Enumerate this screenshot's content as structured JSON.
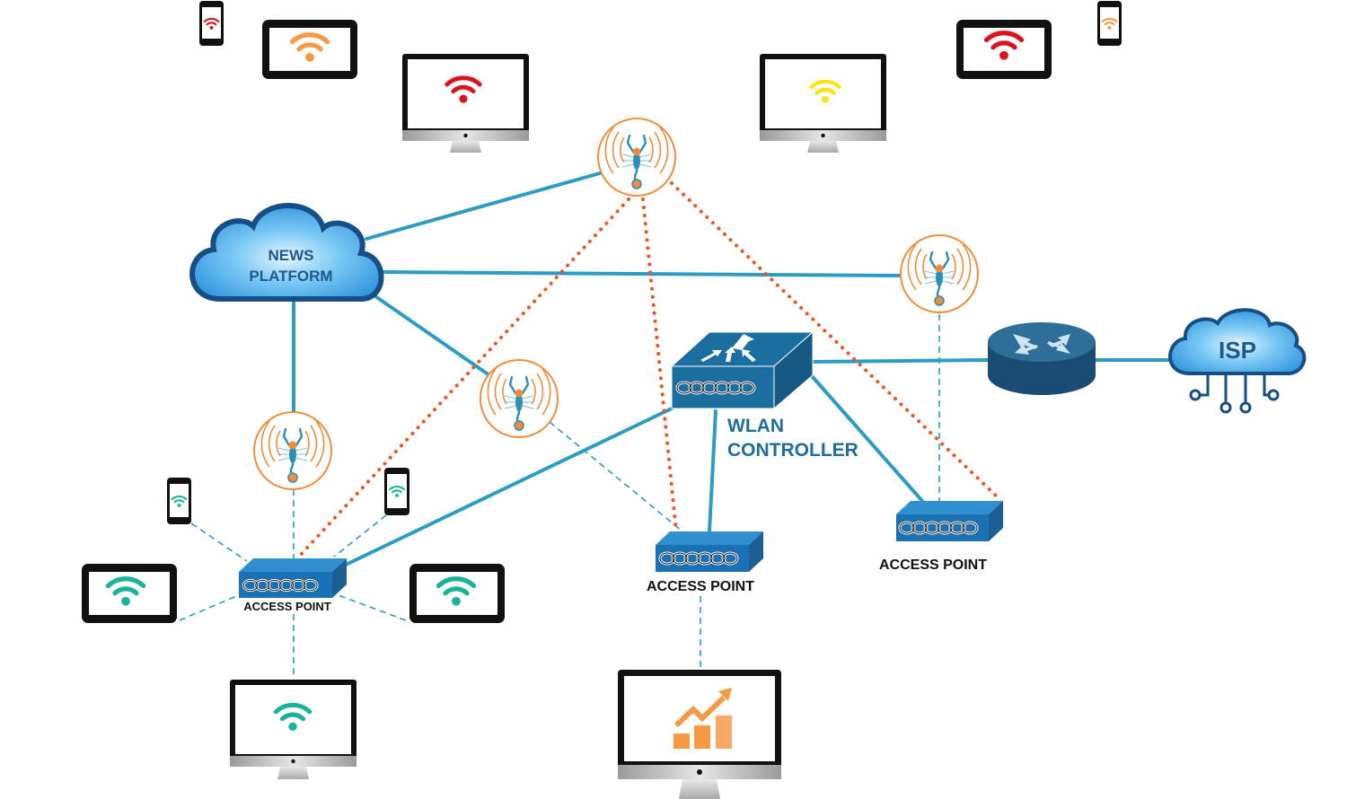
{
  "title": "Wireless network diagram",
  "colors": {
    "link": "#2d9cc4",
    "dotted": "#ee5522",
    "device_blue": "#1a6fa0",
    "label_blue": "#1d6e9a",
    "wifi_red": "#d9141b",
    "wifi_orange": "#f59a43",
    "wifi_yellow": "#ffe20a",
    "wifi_teal": "#1ab39a",
    "sensor_orange": "#f28c3b"
  },
  "clouds": {
    "news": {
      "line1": "NEWS",
      "line2": "PLATFORM"
    },
    "isp": {
      "label": "ISP"
    }
  },
  "wlan_controller": {
    "line1": "WLAN",
    "line2": "CONTROLLER"
  },
  "access_points": [
    {
      "label": "ACCESS POINT"
    },
    {
      "label": "ACCESS POINT"
    },
    {
      "label": "ACCESS POINT"
    }
  ],
  "router": {
    "icon": "router-arrows-icon"
  },
  "sensors": [
    {
      "icon": "scorpion-sensor-icon"
    },
    {
      "icon": "scorpion-sensor-icon"
    },
    {
      "icon": "scorpion-sensor-icon"
    },
    {
      "icon": "scorpion-sensor-icon"
    }
  ],
  "devices": [
    {
      "type": "phone",
      "wifi": "red"
    },
    {
      "type": "tablet",
      "wifi": "orange"
    },
    {
      "type": "monitor",
      "wifi": "red"
    },
    {
      "type": "monitor",
      "wifi": "yellow"
    },
    {
      "type": "tablet",
      "wifi": "red"
    },
    {
      "type": "phone",
      "wifi": "orange"
    },
    {
      "type": "phone",
      "wifi": "teal"
    },
    {
      "type": "phone",
      "wifi": "teal"
    },
    {
      "type": "tablet",
      "wifi": "teal"
    },
    {
      "type": "tablet",
      "wifi": "teal"
    },
    {
      "type": "monitor",
      "wifi": "teal"
    },
    {
      "type": "monitor",
      "content": "growth-chart"
    }
  ]
}
